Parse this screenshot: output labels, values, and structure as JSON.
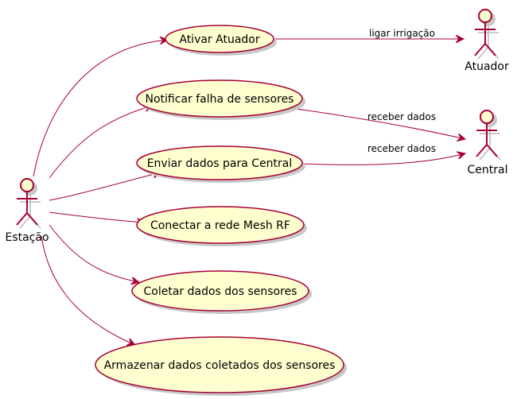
{
  "colors": {
    "stroke": "#a80036",
    "fill": "#fefece",
    "shadow": "#c8c8c8",
    "text": "#000000"
  },
  "actors": {
    "estacao": "Estação",
    "atuador": "Atuador",
    "central": "Central"
  },
  "usecases": {
    "ativar": "Ativar Atuador",
    "notificar": "Notificar falha de sensores",
    "enviar": "Enviar dados para Central",
    "conectar": "Conectar a rede Mesh RF",
    "coletar": "Coletar dados dos sensores",
    "armazenar": "Armazenar dados coletados dos sensores"
  },
  "edge_labels": {
    "ativar_atuador": "ligar irrigação",
    "notificar_central": "receber dados",
    "enviar_central": "receber dados"
  }
}
